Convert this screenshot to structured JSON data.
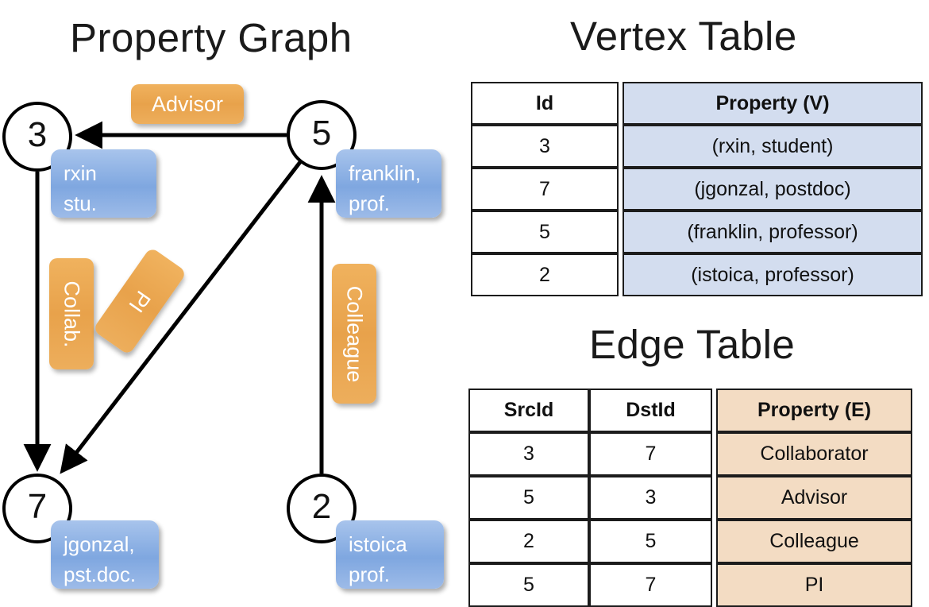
{
  "titles": {
    "property_graph": "Property Graph",
    "vertex_table": "Vertex Table",
    "edge_table": "Edge Table"
  },
  "colors": {
    "vertex_property_fill": "#d3ddef",
    "edge_property_fill": "#f3dcc3",
    "node_property_box": "#7fa7e0",
    "edge_label_box": "#e8a24b",
    "stroke": "#000000"
  },
  "graph": {
    "nodes": [
      {
        "id": "3",
        "property_label": "rxin\nstu."
      },
      {
        "id": "5",
        "property_label": "franklin,\nprof."
      },
      {
        "id": "7",
        "property_label": "jgonzal,\npst.doc."
      },
      {
        "id": "2",
        "property_label": "istoica\nprof."
      }
    ],
    "edge_labels": {
      "advisor": "Advisor",
      "collab": "Collab.",
      "pi": "PI",
      "colleague": "Colleague"
    },
    "edges": [
      {
        "from": "5",
        "to": "3",
        "label": "Advisor"
      },
      {
        "from": "3",
        "to": "7",
        "label": "Collab."
      },
      {
        "from": "5",
        "to": "7",
        "label": "PI"
      },
      {
        "from": "2",
        "to": "5",
        "label": "Colleague"
      }
    ]
  },
  "vertex_table": {
    "headers": [
      "Id",
      "Property (V)"
    ],
    "rows": [
      {
        "id": "3",
        "property": "(rxin, student)"
      },
      {
        "id": "7",
        "property": "(jgonzal, postdoc)"
      },
      {
        "id": "5",
        "property": "(franklin, professor)"
      },
      {
        "id": "2",
        "property": "(istoica, professor)"
      }
    ]
  },
  "edge_table": {
    "headers": [
      "SrcId",
      "DstId",
      "Property (E)"
    ],
    "rows": [
      {
        "src": "3",
        "dst": "7",
        "property": "Collaborator"
      },
      {
        "src": "5",
        "dst": "3",
        "property": "Advisor"
      },
      {
        "src": "2",
        "dst": "5",
        "property": "Colleague"
      },
      {
        "src": "5",
        "dst": "7",
        "property": "PI"
      }
    ]
  }
}
